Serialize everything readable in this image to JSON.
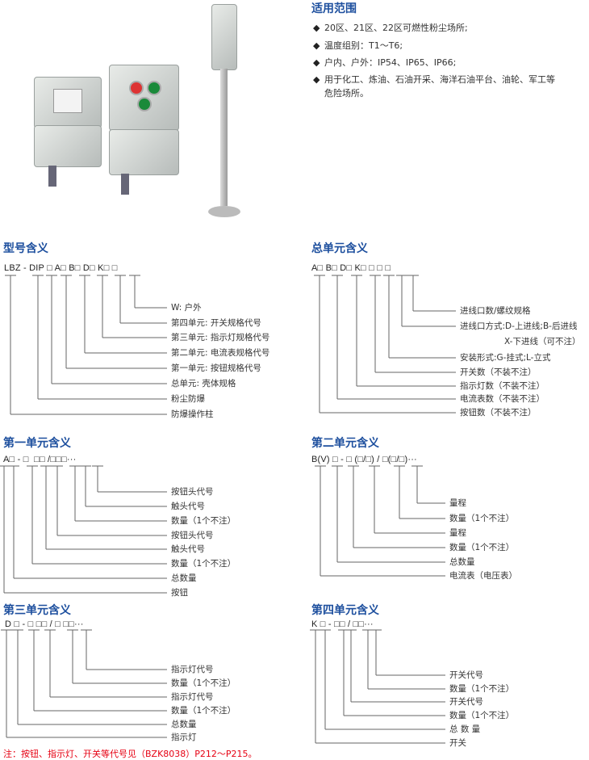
{
  "scope": {
    "title": "适用范围",
    "items": [
      "20区、21区、22区可燃性粉尘场所;",
      "温度组别：T1～T6;",
      "户内、户外：IP54、IP65、IP66;",
      "用于化工、炼油、石油开采、海洋石油平台、油轮、军工等",
      "危险场所。"
    ],
    "bullet_icon": "diamond-icon"
  },
  "model": {
    "title": "型号含义",
    "code": "LBZ - DIP □ A□ B□ D□ K□ □",
    "labels": [
      "W:  户外",
      "第四单元:  开关规格代号",
      "第三单元:  指示灯规格代号",
      "第二单元:  电流表规格代号",
      "第一单元:  按钮规格代号",
      "总单元:  壳体规格",
      "粉尘防爆",
      "防爆操作柱"
    ]
  },
  "main_unit": {
    "title": "总单元含义",
    "code": "A□ B□ D□ K□ □ □ □",
    "labels": [
      "进线口数/螺纹规格",
      "进线口方式:D-上进线;B-后进线",
      "X-下进线（可不注）",
      "安装形式:G-挂式;L-立式",
      "开关数（不装不注）",
      "指示灯数（不装不注）",
      "电流表数（不装不注）",
      "按钮数（不装不注）"
    ]
  },
  "unit1": {
    "title": "第一单元含义",
    "code": "A□ - □  □□ /□□□···",
    "labels": [
      "按钮头代号",
      "触头代号",
      "数量（1个不注）",
      "按钮头代号",
      "触头代号",
      "数量（1个不注）",
      "总数量",
      "按钮"
    ]
  },
  "unit2": {
    "title": "第二单元含义",
    "code": "B(V) □ - □ (□/□) / □(□/□)···",
    "labels": [
      "量程",
      "数量（1个不注）",
      "量程",
      "数量（1个不注）",
      "总数量",
      "电流表（电压表）"
    ]
  },
  "unit3": {
    "title": "第三单元含义",
    "code": "D □ - □ □□ / □ □□···",
    "labels": [
      "指示灯代号",
      "数量（1个不注）",
      "指示灯代号",
      "数量（1个不注）",
      "总数量",
      "指示灯"
    ]
  },
  "unit4": {
    "title": "第四单元含义",
    "code": "K □ - □□ / □□···",
    "labels": [
      "开关代号",
      "数量（1个不注）",
      "开关代号",
      "数量（1个不注）",
      "总 数 量",
      "开关"
    ]
  },
  "note": "注：按钮、指示灯、开关等代号见（BZK8038）P212～P215。",
  "colors": {
    "heading": "#1d4f9e",
    "note": "#e60012",
    "line": "#555555"
  }
}
